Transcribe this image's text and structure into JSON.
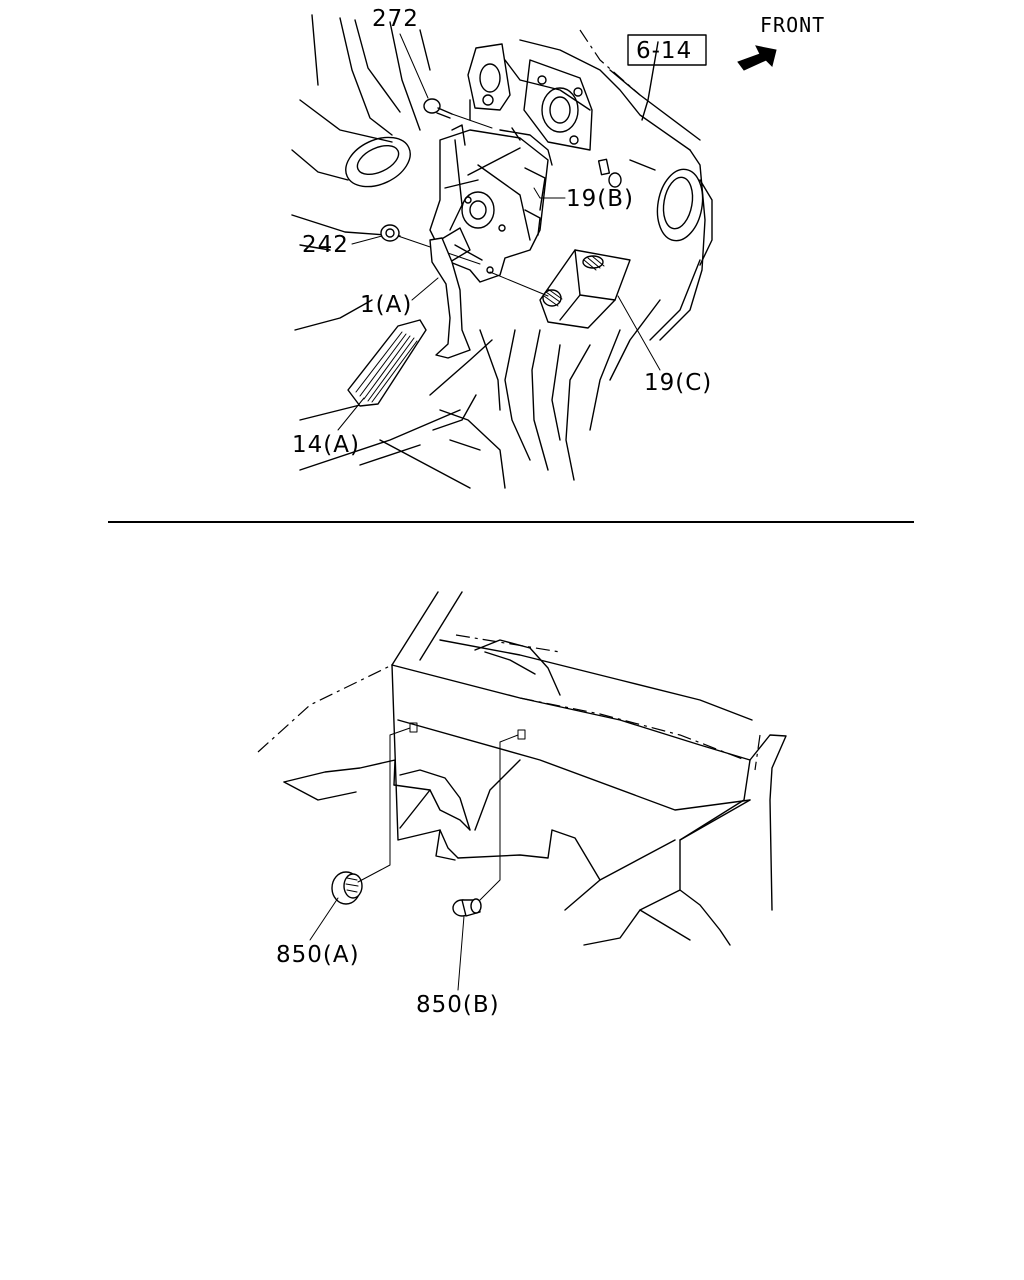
{
  "top_view": {
    "direction_label": "FRONT",
    "reference_box": "6-14",
    "callouts": {
      "c272": "272",
      "c19b": "19(B)",
      "c242": "242",
      "c1a": "1(A)",
      "c19c": "19(C)",
      "c14a": "14(A)"
    }
  },
  "bottom_view": {
    "callouts": {
      "c850a": "850(A)",
      "c850b": "850(B)"
    }
  }
}
